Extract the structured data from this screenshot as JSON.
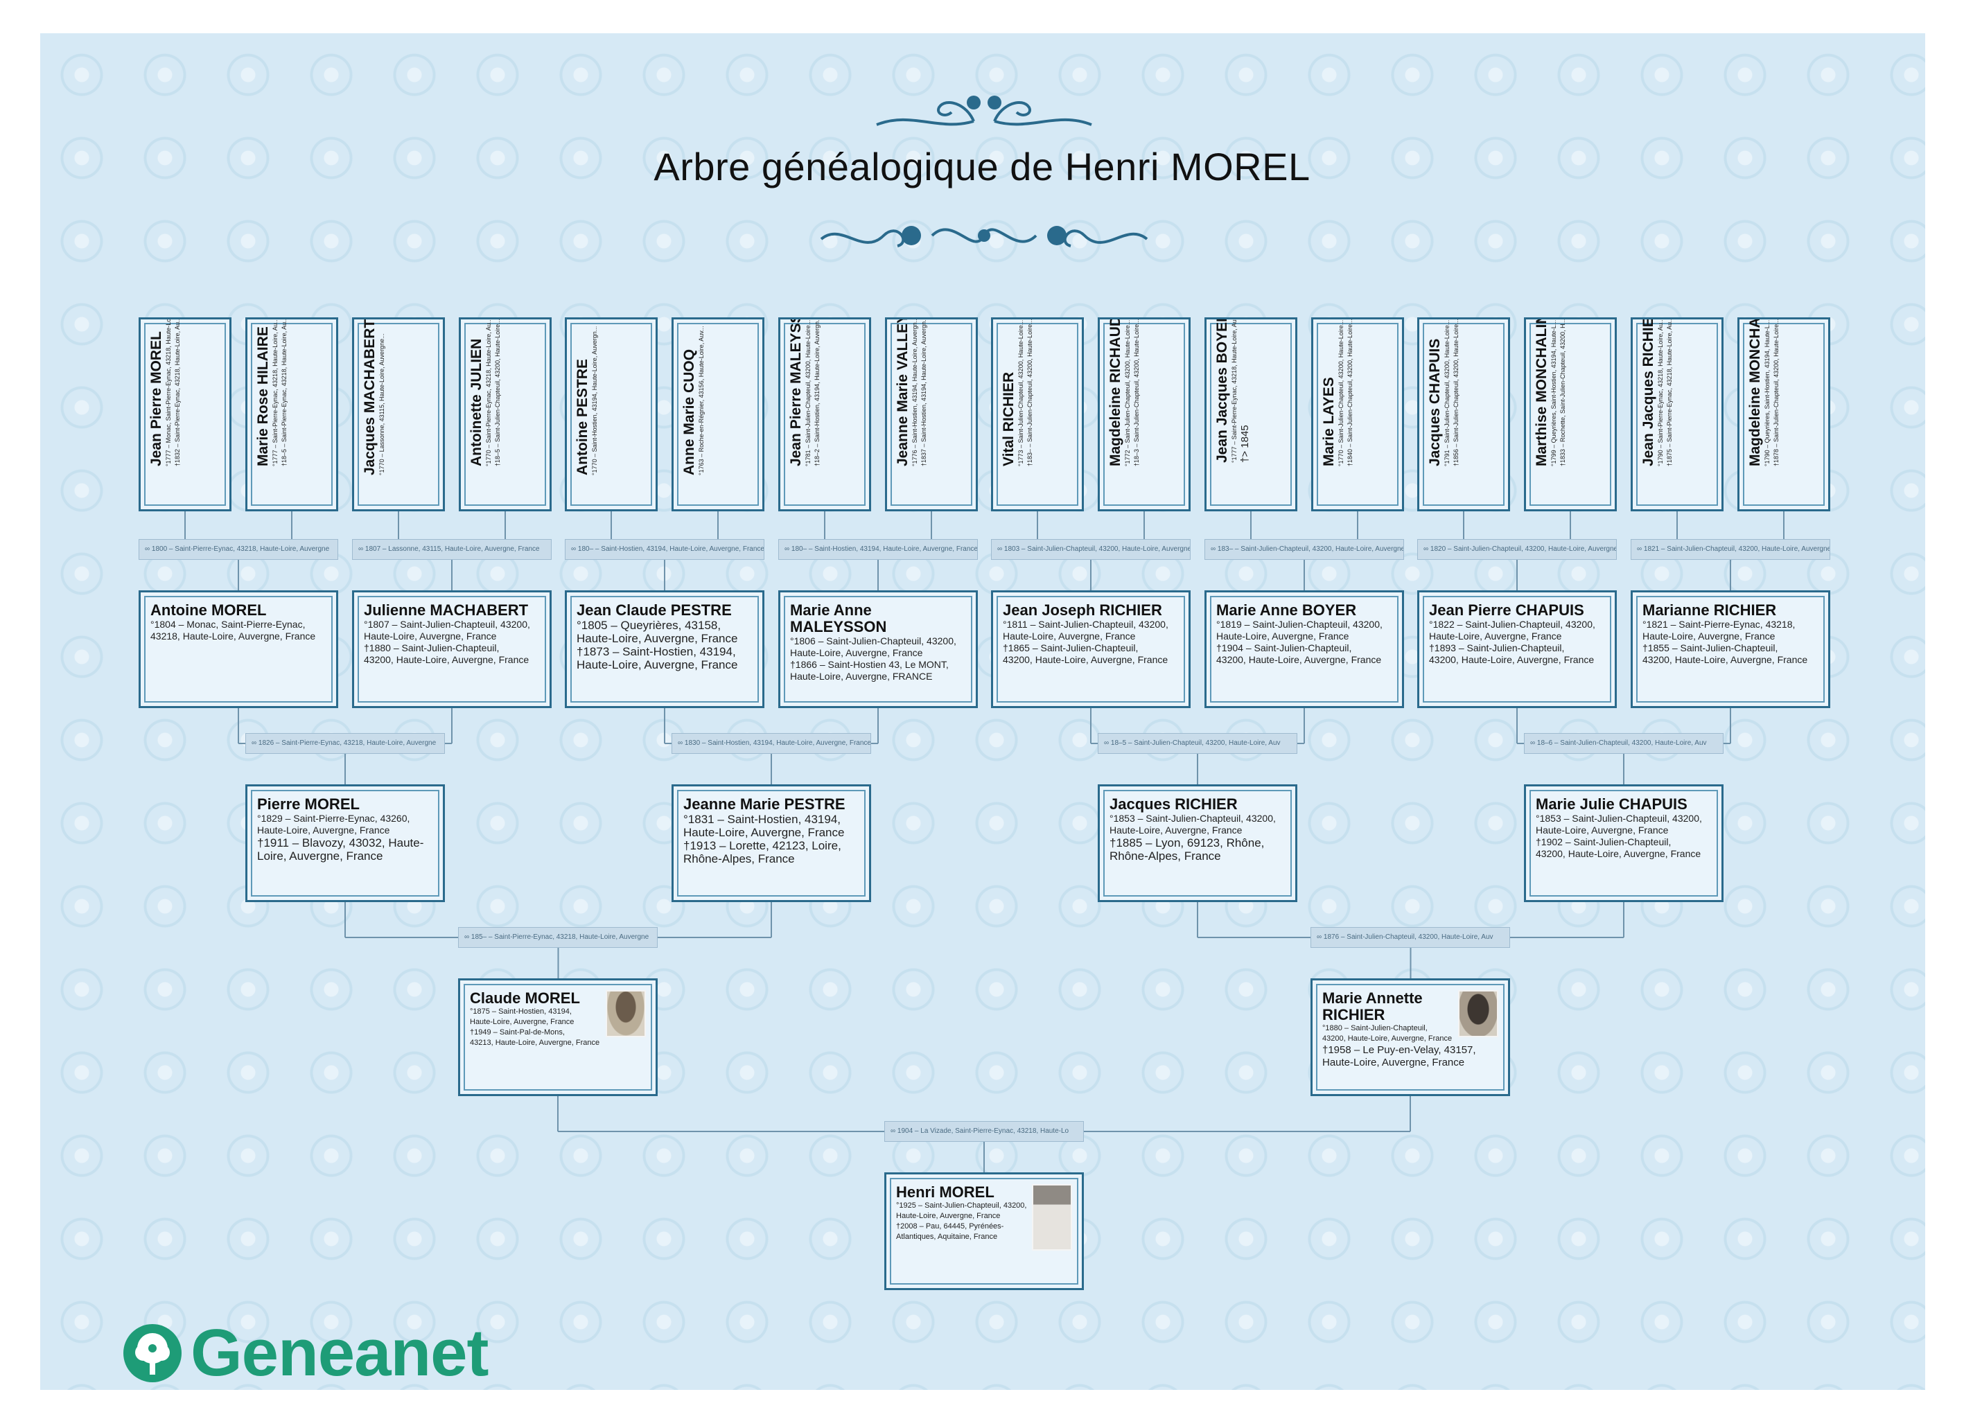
{
  "title": "Arbre généalogique de Henri MOREL",
  "brand": "Geneanet",
  "colors": {
    "frame": "#2a6a8c",
    "background": "#d6e9f5",
    "brand": "#1e9c77",
    "line": "#6f93ab"
  },
  "generation5": [
    {
      "name": "Jean Pierre MOREL",
      "lines": [
        "°1777 – Monac, Saint-Pierre-Eynac, 43218, Haute-Loi...",
        "†1832 – Saint-Pierre-Eynac, 43218, Haute-Loire, Au..."
      ]
    },
    {
      "name": "Marie Rose HILAIRE",
      "lines": [
        "°1777 – Saint-Pierre-Eynac, 43218, Haute-Loire, Au...",
        "†18–5 – Saint-Pierre-Eynac, 43218, Haute-Loire, Au..."
      ]
    },
    {
      "name": "Jacques MACHABERT",
      "lines": [
        "°1770 – Lassonne, 43115, Haute-Loire, Auvergne..."
      ]
    },
    {
      "name": "Antoinette JULIEN",
      "lines": [
        "°1770 – Saint-Pierre-Eynac, 43218, Haute-Loire, Au...",
        "†18–5 – Saint-Julien-Chapteuil, 43200, Haute-Loire..."
      ]
    },
    {
      "name": "Antoine PESTRE",
      "lines": [
        "°1770 – Saint-Hostien, 43194, Haute-Loire, Auvergn..."
      ]
    },
    {
      "name": "Anne Marie CUOQ",
      "lines": [
        "°1763 – Roche-en-Régnier, 43156, Haute-Loire, Auv..."
      ]
    },
    {
      "name": "Jean Pierre MALEYSSON",
      "lines": [
        "°1781 – Saint-Julien-Chapteuil, 43200, Haute-Loire...",
        "†18–2 – Saint-Hostien, 43194, Haute-Loire, Auvergn..."
      ]
    },
    {
      "name": "Jeanne Marie VALLEYRE",
      "lines": [
        "°1776 – Saint-Hostien, 43194, Haute-Loire, Auvergn...",
        "†1837 – Saint-Hostien, 43194, Haute-Loire, Auvergn..."
      ]
    },
    {
      "name": "Vital RICHIER",
      "lines": [
        "°1773 – Saint-Julien-Chapteuil, 43200, Haute-Loire...",
        "†183– – Saint-Julien-Chapteuil, 43200, Haute-Loire..."
      ]
    },
    {
      "name": "Magdeleine RICHAUD",
      "lines": [
        "°1772 – Saint-Julien-Chapteuil, 43200, Haute-Loire...",
        "†18–3 – Saint-Julien-Chapteuil, 43200, Haute-Loire..."
      ]
    },
    {
      "name": "Jean Jacques BOYER",
      "lines": [
        "°1777 – Saint-Pierre-Eynac, 43218, Haute-Loire, Au...",
        "†> 1845"
      ]
    },
    {
      "name": "Marie LAYES",
      "lines": [
        "°1770 – Saint-Julien-Chapteuil, 43200, Haute-Loire...",
        "†1840 – Saint-Julien-Chapteuil, 43200, Haute-Loire..."
      ]
    },
    {
      "name": "Jacques CHAPUIS",
      "lines": [
        "°1791 – Saint-Julien-Chapteuil, 43200, Haute-Loire...",
        "†1856 – Saint-Julien-Chapteuil, 43200, Haute-Loire..."
      ]
    },
    {
      "name": "Marthise MONCHALIN",
      "lines": [
        "°1799 – Queyrières, Saint-Hostien, 43194, Haute-L...",
        "†1833 – Rochette, Saint-Julien-Chapteuil, 43200, H..."
      ]
    },
    {
      "name": "Jean Jacques RICHIER",
      "lines": [
        "°1790 – Saint-Pierre-Eynac, 43218, Haute-Loire, Au...",
        "†1875 – Saint-Pierre-Eynac, 43218, Haute-Loire, Au..."
      ]
    },
    {
      "name": "Magdeleine MONCHALIN",
      "lines": [
        "°1790 – Queyrières, Saint-Hostien, 43194, Haute-L...",
        "†1878 – Saint-Julien-Chapteuil, 43200, Haute-Loire..."
      ]
    }
  ],
  "marriages5": [
    "∞ 1800 – Saint-Pierre-Eynac, 43218, Haute-Loire, Auvergne",
    "∞ 1807 – Lassonne, 43115, Haute-Loire, Auvergne, France",
    "∞ 180– – Saint-Hostien, 43194, Haute-Loire, Auvergne, France",
    "∞ 180– – Saint-Hostien, 43194, Haute-Loire, Auvergne, France",
    "∞ 1803 – Saint-Julien-Chapteuil, 43200, Haute-Loire, Auvergne",
    "∞ 183– – Saint-Julien-Chapteuil, 43200, Haute-Loire, Auvergne",
    "∞ 1820 – Saint-Julien-Chapteuil, 43200, Haute-Loire, Auvergne",
    "∞ 1821 – Saint-Julien-Chapteuil, 43200, Haute-Loire, Auvergne"
  ],
  "generation4": [
    {
      "name": "Antoine MOREL",
      "lines": [
        "°1804 – Monac, Saint-Pierre-Eynac,",
        "43218, Haute-Loire, Auvergne, France"
      ]
    },
    {
      "name": "Julienne MACHABERT",
      "lines": [
        "°1807 – Saint-Julien-Chapteuil, 43200,",
        "Haute-Loire, Auvergne, France",
        "†1880 – Saint-Julien-Chapteuil,",
        "43200, Haute-Loire, Auvergne, France"
      ]
    },
    {
      "name": "Jean Claude PESTRE",
      "lines": [
        "°1805 – Queyrières, 43158,",
        "Haute-Loire, Auvergne, France",
        "†1873 – Saint-Hostien, 43194,",
        "Haute-Loire, Auvergne, France"
      ]
    },
    {
      "name": "Marie Anne MALEYSSON",
      "lines": [
        "°1806 – Saint-Julien-Chapteuil, 43200,",
        "Haute-Loire, Auvergne, France",
        "†1866 – Saint-Hostien 43, Le MONT,",
        "Haute-Loire, Auvergne, FRANCE"
      ]
    },
    {
      "name": "Jean Joseph RICHIER",
      "lines": [
        "°1811 – Saint-Julien-Chapteuil, 43200,",
        "Haute-Loire, Auvergne, France",
        "†1865 – Saint-Julien-Chapteuil,",
        "43200, Haute-Loire, Auvergne, France"
      ]
    },
    {
      "name": "Marie Anne BOYER",
      "lines": [
        "°1819 – Saint-Julien-Chapteuil, 43200,",
        "Haute-Loire, Auvergne, France",
        "†1904 – Saint-Julien-Chapteuil,",
        "43200, Haute-Loire, Auvergne, France"
      ]
    },
    {
      "name": "Jean Pierre CHAPUIS",
      "lines": [
        "°1822 – Saint-Julien-Chapteuil, 43200,",
        "Haute-Loire, Auvergne, France",
        "†1893 – Saint-Julien-Chapteuil,",
        "43200, Haute-Loire, Auvergne, France"
      ]
    },
    {
      "name": "Marianne RICHIER",
      "lines": [
        "°1821 – Saint-Pierre-Eynac, 43218,",
        "Haute-Loire, Auvergne, France",
        "†1855 – Saint-Julien-Chapteuil,",
        "43200, Haute-Loire, Auvergne, France"
      ]
    }
  ],
  "marriages4": [
    "∞ 1826 – Saint-Pierre-Eynac, 43218, Haute-Loire, Auvergne",
    "∞ 1830 – Saint-Hostien, 43194, Haute-Loire, Auvergne, France",
    "∞ 18–5 – Saint-Julien-Chapteuil, 43200, Haute-Loire, Auv",
    "∞ 18–6 – Saint-Julien-Chapteuil, 43200, Haute-Loire, Auv"
  ],
  "generation3": [
    {
      "name": "Pierre MOREL",
      "lines": [
        "°1829 – Saint-Pierre-Eynac, 43260,",
        "Haute-Loire, Auvergne, France",
        "†1911 – Blavozy, 43032, Haute-",
        "Loire, Auvergne, France"
      ]
    },
    {
      "name": "Jeanne Marie PESTRE",
      "lines": [
        "°1831 – Saint-Hostien, 43194,",
        "Haute-Loire, Auvergne, France",
        "†1913 – Lorette, 42123, Loire,",
        "Rhône-Alpes, France"
      ]
    },
    {
      "name": "Jacques RICHIER",
      "lines": [
        "°1853 – Saint-Julien-Chapteuil, 43200,",
        "Haute-Loire, Auvergne, France",
        "†1885 – Lyon, 69123, Rhône,",
        "Rhône-Alpes, France"
      ]
    },
    {
      "name": "Marie Julie CHAPUIS",
      "lines": [
        "°1853 – Saint-Julien-Chapteuil, 43200,",
        "Haute-Loire, Auvergne, France",
        "†1902 – Saint-Julien-Chapteuil,",
        "43200, Haute-Loire, Auvergne, France"
      ]
    }
  ],
  "marriages3": [
    "∞ 185– – Saint-Pierre-Eynac, 43218, Haute-Loire, Auvergne",
    "∞ 1876 – Saint-Julien-Chapteuil, 43200, Haute-Loire, Auv"
  ],
  "generation2": [
    {
      "name": "Claude MOREL",
      "lines": [
        "°1875 – Saint-Hostien, 43194,",
        "Haute-Loire, Auvergne, France",
        "†1949 – Saint-Pal-de-Mons,",
        "43213, Haute-Loire, Auvergne, France"
      ]
    },
    {
      "name": "Marie Annette RICHIER",
      "lines": [
        "°1880 – Saint-Julien-Chapteuil,",
        "43200, Haute-Loire, Auvergne, France",
        "†1958 – Le Puy-en-Velay, 43157,",
        "Haute-Loire, Auvergne, France"
      ]
    }
  ],
  "marriages2": [
    "∞ 1904 – La Vizade, Saint-Pierre-Eynac, 43218, Haute-Lo"
  ],
  "generation1": [
    {
      "name": "Henri MOREL",
      "lines": [
        "°1925 – Saint-Julien-Chapteuil, 43200,",
        "Haute-Loire, Auvergne, France",
        "†2008 – Pau, 64445, Pyrénées-",
        "Atlantiques, Aquitaine, France"
      ]
    }
  ]
}
